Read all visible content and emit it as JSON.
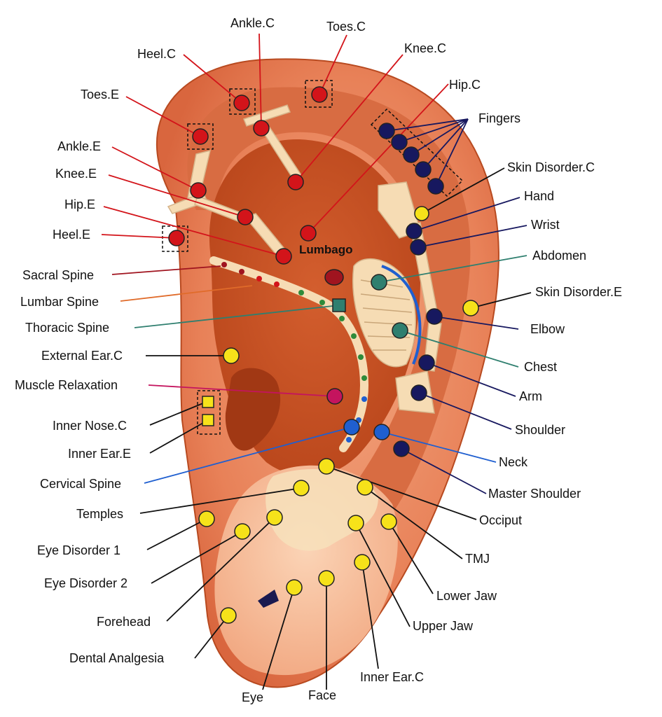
{
  "colors": {
    "ear_outer": "#e9805a",
    "ear_inner": "#c84f22",
    "skeleton": "#f6dcb4",
    "red": "#d3141a",
    "navy": "#17185f",
    "yellow": "#f6e21a",
    "teal": "#2f7f6f",
    "blue": "#1f5fd0",
    "magenta": "#c4145e",
    "maroon": "#a0141f"
  },
  "labels": {
    "ankle_c": "Ankle.C",
    "toes_c": "Toes.C",
    "heel_c": "Heel.C",
    "knee_c": "Knee.C",
    "hip_c": "Hip.C",
    "toes_e": "Toes.E",
    "fingers": "Fingers",
    "ankle_e": "Ankle.E",
    "skin_disorder_c": "Skin Disorder.C",
    "knee_e": "Knee.E",
    "hand": "Hand",
    "hip_e": "Hip.E",
    "wrist": "Wrist",
    "heel_e": "Heel.E",
    "lumbago": "Lumbago",
    "abdomen": "Abdomen",
    "sacral_spine": "Sacral Spine",
    "skin_disorder_e": "Skin Disorder.E",
    "lumbar_spine": "Lumbar Spine",
    "thoracic_spine": "Thoracic Spine",
    "elbow": "Elbow",
    "external_ear_c": "External Ear.C",
    "chest": "Chest",
    "muscle_relaxation": "Muscle Relaxation",
    "arm": "Arm",
    "inner_nose_c": "Inner Nose.C",
    "shoulder": "Shoulder",
    "inner_ear_e": "Inner Ear.E",
    "neck": "Neck",
    "cervical_spine": "Cervical Spine",
    "master_shoulder": "Master Shoulder",
    "temples": "Temples",
    "occiput": "Occiput",
    "eye_disorder_1": "Eye Disorder 1",
    "tmj": "TMJ",
    "eye_disorder_2": "Eye Disorder 2",
    "lower_jaw": "Lower Jaw",
    "forehead": "Forehead",
    "upper_jaw": "Upper Jaw",
    "dental_analgesia": "Dental Analgesia",
    "inner_ear_c": "Inner Ear.C",
    "eye": "Eye",
    "face": "Face"
  }
}
